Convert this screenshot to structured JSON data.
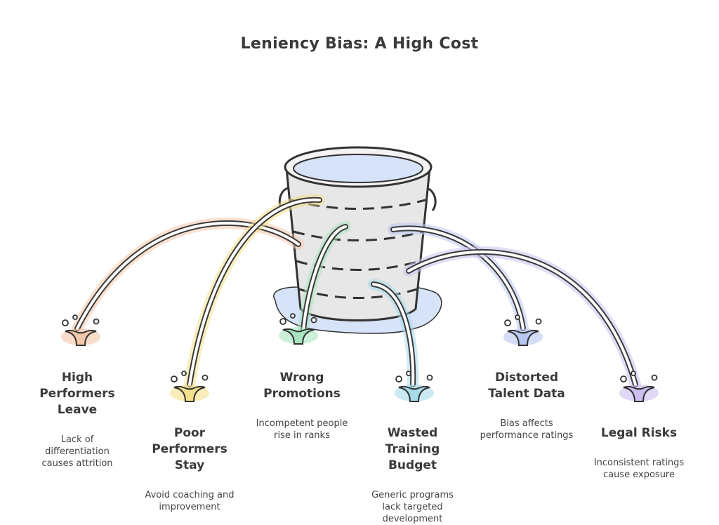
{
  "title": "Leniency Bias: A High Cost",
  "items": [
    {
      "heading": "High Performers Leave",
      "desc": "Lack of differentiation causes attrition",
      "color": "#f5c7a9"
    },
    {
      "heading": "Poor Performers Stay",
      "desc": "Avoid coaching and improvement",
      "color": "#f3e08b"
    },
    {
      "heading": "Wrong Promotions",
      "desc": "Incompetent people rise in ranks",
      "color": "#a9e4c0"
    },
    {
      "heading": "Wasted Training Budget",
      "desc": "Generic programs lack targeted development",
      "color": "#a6dbe9"
    },
    {
      "heading": "Distorted Talent Data",
      "desc": "Bias affects performance ratings",
      "color": "#b9c6f0"
    },
    {
      "heading": "Legal Risks",
      "desc": "Inconsistent ratings cause exposure",
      "color": "#cdbdf0"
    }
  ]
}
